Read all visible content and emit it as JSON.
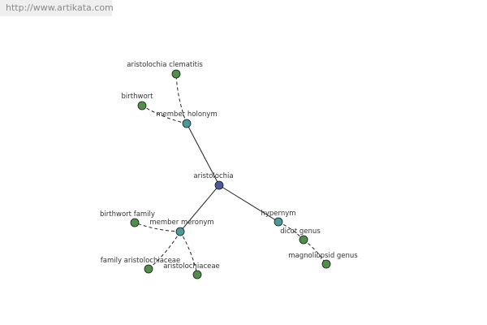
{
  "watermark": {
    "text": "http://www.artikata.com"
  },
  "colors": {
    "center_node": "#4a5a9a",
    "relation_node": "#4a9a9a",
    "leaf_node": "#4f8f47"
  },
  "graph": {
    "nodes": [
      {
        "id": "aristolochia",
        "label": "aristolochia",
        "kind": "center"
      },
      {
        "id": "member-holonym",
        "label": "member holonym",
        "kind": "relation"
      },
      {
        "id": "member-meronym",
        "label": "member meronym",
        "kind": "relation"
      },
      {
        "id": "hypernym",
        "label": "hypernym",
        "kind": "relation"
      },
      {
        "id": "aristolochia-clematitis",
        "label": "aristolochia clematitis",
        "kind": "leaf"
      },
      {
        "id": "birthwort",
        "label": "birthwort",
        "kind": "leaf"
      },
      {
        "id": "birthwort-family",
        "label": "birthwort family",
        "kind": "leaf"
      },
      {
        "id": "family-aristolochiaceae",
        "label": "family aristolochiaceae",
        "kind": "leaf"
      },
      {
        "id": "aristolochiaceae",
        "label": "aristolochiaceae",
        "kind": "leaf"
      },
      {
        "id": "dicot-genus",
        "label": "dicot genus",
        "kind": "leaf"
      },
      {
        "id": "magnoliopsid-genus",
        "label": "magnoliopsid genus",
        "kind": "leaf"
      }
    ],
    "edges": [
      {
        "from": "aristolochia",
        "to": "member-holonym",
        "style": "solid"
      },
      {
        "from": "aristolochia",
        "to": "member-meronym",
        "style": "solid"
      },
      {
        "from": "aristolochia",
        "to": "hypernym",
        "style": "solid"
      },
      {
        "from": "member-holonym",
        "to": "aristolochia-clematitis",
        "style": "dashed"
      },
      {
        "from": "member-holonym",
        "to": "birthwort",
        "style": "dashed"
      },
      {
        "from": "member-meronym",
        "to": "birthwort-family",
        "style": "dashed"
      },
      {
        "from": "member-meronym",
        "to": "family-aristolochiaceae",
        "style": "dashed"
      },
      {
        "from": "member-meronym",
        "to": "aristolochiaceae",
        "style": "dashed"
      },
      {
        "from": "hypernym",
        "to": "dicot-genus",
        "style": "dashed"
      },
      {
        "from": "dicot-genus",
        "to": "magnoliopsid-genus",
        "style": "dashed"
      }
    ]
  }
}
